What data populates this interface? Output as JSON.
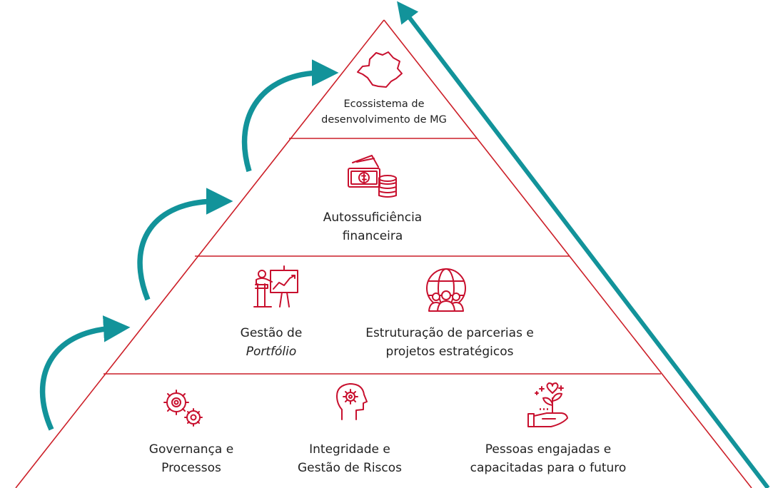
{
  "colors": {
    "pyramid_line": "#cc1f28",
    "icon": "#c8102e",
    "arrow": "#12939a",
    "text": "#222222"
  },
  "levels": [
    {
      "tier": 4,
      "icon": "minas-gerais-map-icon",
      "lines": [
        "Ecossistema de",
        "desenvolvimento de MG"
      ]
    },
    {
      "tier": 3,
      "icon": "money-coins-icon",
      "lines": [
        "Autossuficiência",
        "financeira"
      ]
    },
    {
      "tier": 2,
      "blocks": [
        {
          "icon": "presentation-chart-icon",
          "lines": [
            "Gestão de",
            "Portfólio"
          ]
        },
        {
          "icon": "globe-people-icon",
          "lines": [
            "Estruturação de parcerias e",
            "projetos estratégicos"
          ]
        }
      ]
    },
    {
      "tier": 1,
      "blocks": [
        {
          "icon": "gears-icon",
          "lines": [
            "Governança e",
            "Processos"
          ]
        },
        {
          "icon": "head-gear-icon",
          "lines": [
            "Integridade e",
            "Gestão de Riscos"
          ]
        },
        {
          "icon": "hand-plant-icon",
          "lines": [
            "Pessoas engajadas e",
            "capacitadas para o futuro"
          ]
        }
      ]
    }
  ]
}
